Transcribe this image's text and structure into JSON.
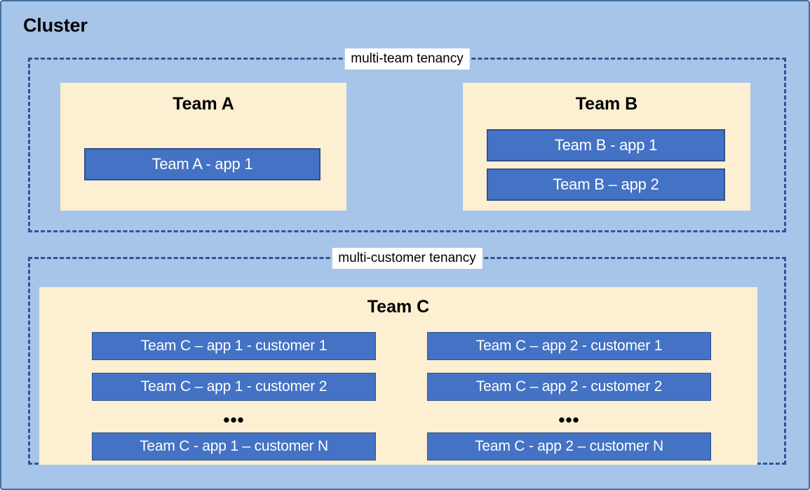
{
  "cluster": {
    "title": "Cluster",
    "background_color": "#a7c5e9",
    "border_color": "#41719c"
  },
  "tenancies": [
    {
      "id": "multi-team",
      "label": "multi-team tenancy",
      "border_color": "#2f5496",
      "label_background": "#ffffff"
    },
    {
      "id": "multi-customer",
      "label": "multi-customer tenancy",
      "border_color": "#2f5496",
      "label_background": "#ffffff"
    }
  ],
  "teams": [
    {
      "id": "team-a",
      "title": "Team A",
      "background_color": "#fdefd1",
      "apps": [
        {
          "id": "app-a1",
          "label": "Team A - app 1"
        }
      ]
    },
    {
      "id": "team-b",
      "title": "Team B",
      "background_color": "#fdefd1",
      "apps": [
        {
          "id": "app-b1",
          "label": "Team B - app 1"
        },
        {
          "id": "app-b2",
          "label": "Team B – app 2"
        }
      ]
    },
    {
      "id": "team-c",
      "title": "Team C",
      "background_color": "#fdefd1",
      "columns": [
        {
          "id": "team-c-app-1-column",
          "apps": [
            {
              "id": "app-c11",
              "label": "Team C – app 1 - customer 1"
            },
            {
              "id": "app-c12",
              "label": "Team C – app 1 - customer 2"
            },
            {
              "id": "app-c1n",
              "label": "Team C - app 1 – customer N"
            }
          ],
          "ellipsis": "•••"
        },
        {
          "id": "team-c-app-2-column",
          "apps": [
            {
              "id": "app-c21",
              "label": "Team C – app 2 - customer 1"
            },
            {
              "id": "app-c22",
              "label": "Team C – app 2 - customer 2"
            },
            {
              "id": "app-c2n",
              "label": "Team C - app 2 – customer N"
            }
          ],
          "ellipsis": "•••"
        }
      ]
    }
  ],
  "colors": {
    "app_fill": "#4472c4",
    "app_border": "#2e528f",
    "team_fill": "#fdefd1",
    "cluster_fill": "#a7c5e9",
    "dashed_border": "#2f5496"
  }
}
